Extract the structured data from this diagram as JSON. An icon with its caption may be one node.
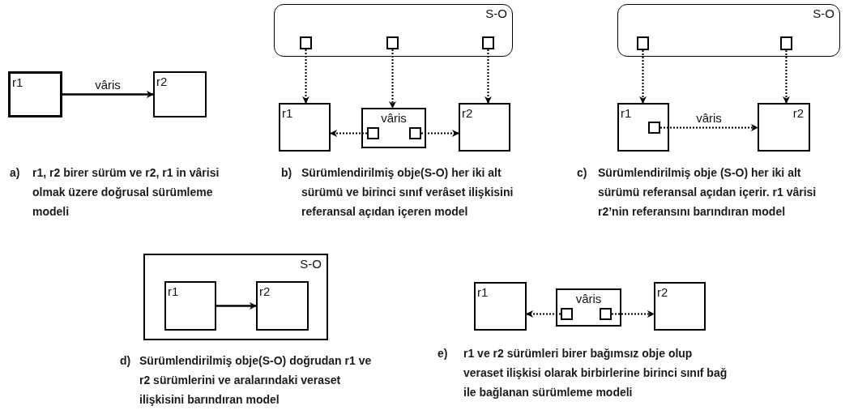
{
  "diagram": {
    "nodes": [
      {
        "text": [
          "r1"
        ]
      },
      {
        "text": [
          "r2"
        ]
      },
      {
        "text": [
          "S-O"
        ]
      },
      {
        "text": [],
        "shape": "box",
        "in": 2
      },
      {
        "text": [],
        "shape": "box",
        "in": 2
      },
      {
        "text": [],
        "shape": "box",
        "in": 2
      },
      {
        "text": [
          "r1"
        ]
      },
      {
        "text": [
          "vâris"
        ]
      },
      {
        "text": [],
        "shape": "box",
        "in": 7
      },
      {
        "text": [],
        "shape": "box",
        "in": 7
      },
      {
        "text": [
          "r2"
        ]
      },
      {
        "text": [
          "S-O"
        ]
      },
      {
        "text": [],
        "shape": "box",
        "in": 11
      },
      {
        "text": [],
        "shape": "box",
        "in": 11
      },
      {
        "text": [
          "r1"
        ]
      },
      {
        "text": [],
        "shape": "box",
        "in": 14
      },
      {
        "text": [
          "r2"
        ]
      },
      {
        "text": [
          "S-O"
        ]
      },
      {
        "text": [
          "r1"
        ],
        "in": 17
      },
      {
        "text": [
          "r2"
        ],
        "in": 17
      },
      {
        "text": [
          "r1"
        ]
      },
      {
        "text": [
          "vâris"
        ]
      },
      {
        "text": [],
        "shape": "box",
        "in": 21
      },
      {
        "text": [],
        "shape": "box",
        "in": 21
      },
      {
        "text": [
          "r2"
        ]
      }
    ],
    "edges": [
      {
        "from": 0,
        "to": 1,
        "arrow": "to",
        "label": "vâris"
      },
      {
        "from": 3,
        "to": 6,
        "arrow": "to",
        "style": "dashed"
      },
      {
        "from": 4,
        "to": 7,
        "arrow": "to",
        "style": "dashed"
      },
      {
        "from": 5,
        "to": 10,
        "arrow": "to",
        "style": "dashed"
      },
      {
        "from": 8,
        "to": 6,
        "arrow": "to",
        "style": "dashed"
      },
      {
        "from": 9,
        "to": 10,
        "arrow": "to",
        "style": "dashed"
      },
      {
        "from": 12,
        "to": 14,
        "arrow": "to",
        "style": "dashed"
      },
      {
        "from": 13,
        "to": 16,
        "arrow": "to",
        "style": "dashed"
      },
      {
        "from": 15,
        "to": 16,
        "arrow": "to",
        "style": "dashed",
        "label": "vâris"
      },
      {
        "from": 18,
        "to": 19,
        "arrow": "to"
      },
      {
        "from": 22,
        "to": 20,
        "arrow": "to",
        "style": "dashed"
      },
      {
        "from": 23,
        "to": 24,
        "arrow": "to",
        "style": "dashed"
      }
    ],
    "labels": [
      "a)",
      "r1, r2 birer sürüm ve r2, r1 in vârisi olmak üzere doğrusal sürümleme modeli",
      "b)",
      "Sürümlendirilmiş obje(S-O) her iki alt sürümü ve birinci sınıf verâset ilişkisini referansal açıdan içeren model",
      "c)",
      "Sürümlendirilmiş obje (S-O) her iki alt sürümü referansal açıdan içerir. r1 vârisi r2’nin referansını barındıran model",
      "d)",
      "Sürümlendirilmiş obje(S-O) doğrudan r1 ve r2 sürümlerini ve aralarındaki veraset ilişkisini barındıran model",
      "e)",
      "r1 ve r2 sürümleri birer bağımsız obje olup veraset ilişkisi olarak birbirlerine birinci sınıf bağ ile bağlanan sürümleme modeli"
    ]
  }
}
